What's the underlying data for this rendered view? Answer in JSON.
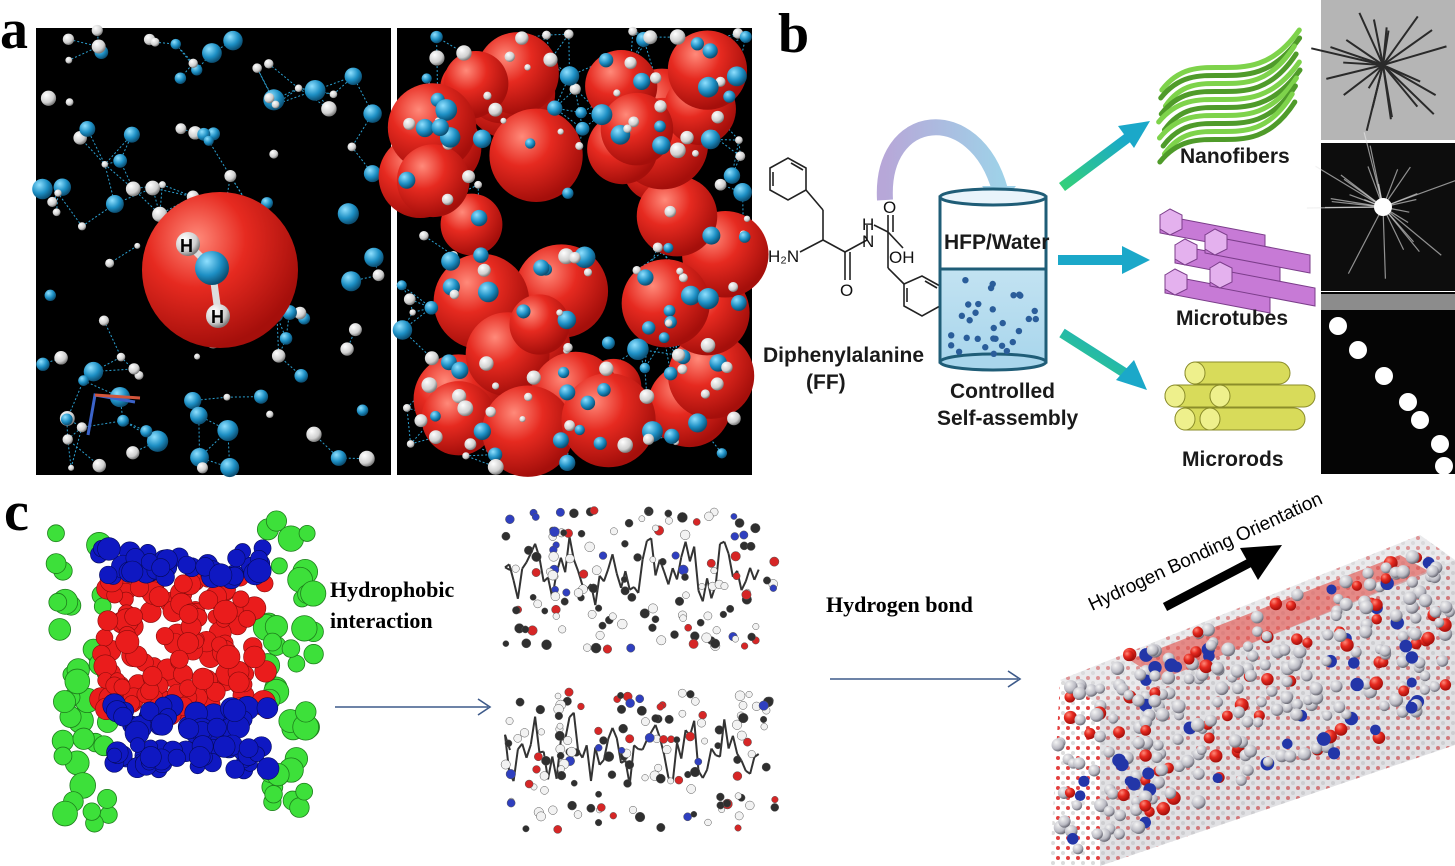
{
  "panels": {
    "a": "a",
    "b": "b",
    "c": "c"
  },
  "panel_b": {
    "atom_h2n": "H₂N",
    "atom_h": "H",
    "atom_n": "N",
    "atom_o1": "O",
    "atom_o2": "O",
    "atom_oh": "OH",
    "molecule_name": "Diphenylalanine",
    "molecule_abbr": "(FF)",
    "beaker_label": "HFP/Water",
    "process_line1": "Controlled",
    "process_line2": "Self-assembly",
    "products": [
      "Nanofibers",
      "Microtubes",
      "Microrods"
    ]
  },
  "panel_a": {
    "water_h1": "H",
    "water_h2": "H"
  },
  "panel_c": {
    "step1_line1": "Hydrophobic",
    "step1_line2": "interaction",
    "step2": "Hydrogen bond",
    "orientation": "Hydrogen Bonding Orientation"
  },
  "colors": {
    "oxygen": "#e0201c",
    "hydrogen_bond_node": "#1d8fc4",
    "green_arrow": "#23c07a",
    "teal_arrow": "#1ba8c9",
    "nanofiber": "#6bc43c",
    "microtube": "#c77ad6",
    "microrod": "#d8db5a"
  }
}
